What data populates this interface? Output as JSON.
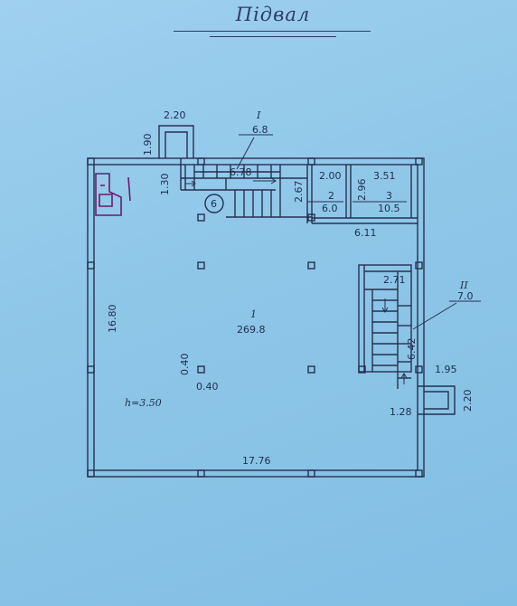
{
  "title": "Підвал",
  "colors": {
    "line": "#25314f",
    "paper": "#8ec6e8",
    "marker": "#6a1b6e"
  },
  "main_hall": {
    "number": "1",
    "area": "269.8",
    "height_label": "h=3.50"
  },
  "stair_1": {
    "number": "I",
    "area": "6.8",
    "length": "6.78",
    "width": "1.30",
    "depth": "2.67"
  },
  "stair_2": {
    "number": "II",
    "area": "7.0",
    "width": "2.71",
    "length": "6.42"
  },
  "room_2": {
    "number": "2",
    "area": "6.0",
    "width": "2.00"
  },
  "room_3": {
    "number": "3",
    "area": "10.5",
    "width": "3.51",
    "height": "2.96"
  },
  "room_strip": {
    "length": "6.11"
  },
  "entrance_top": {
    "width": "2.20",
    "depth": "1.90"
  },
  "entrance_right": {
    "width": "1.95",
    "depth": "2.20",
    "door": "1.28"
  },
  "dims": {
    "left_length": "16.80",
    "bottom_length": "17.76",
    "column_a": "0.40",
    "column_b": "0.40"
  },
  "axis_marker": "6"
}
